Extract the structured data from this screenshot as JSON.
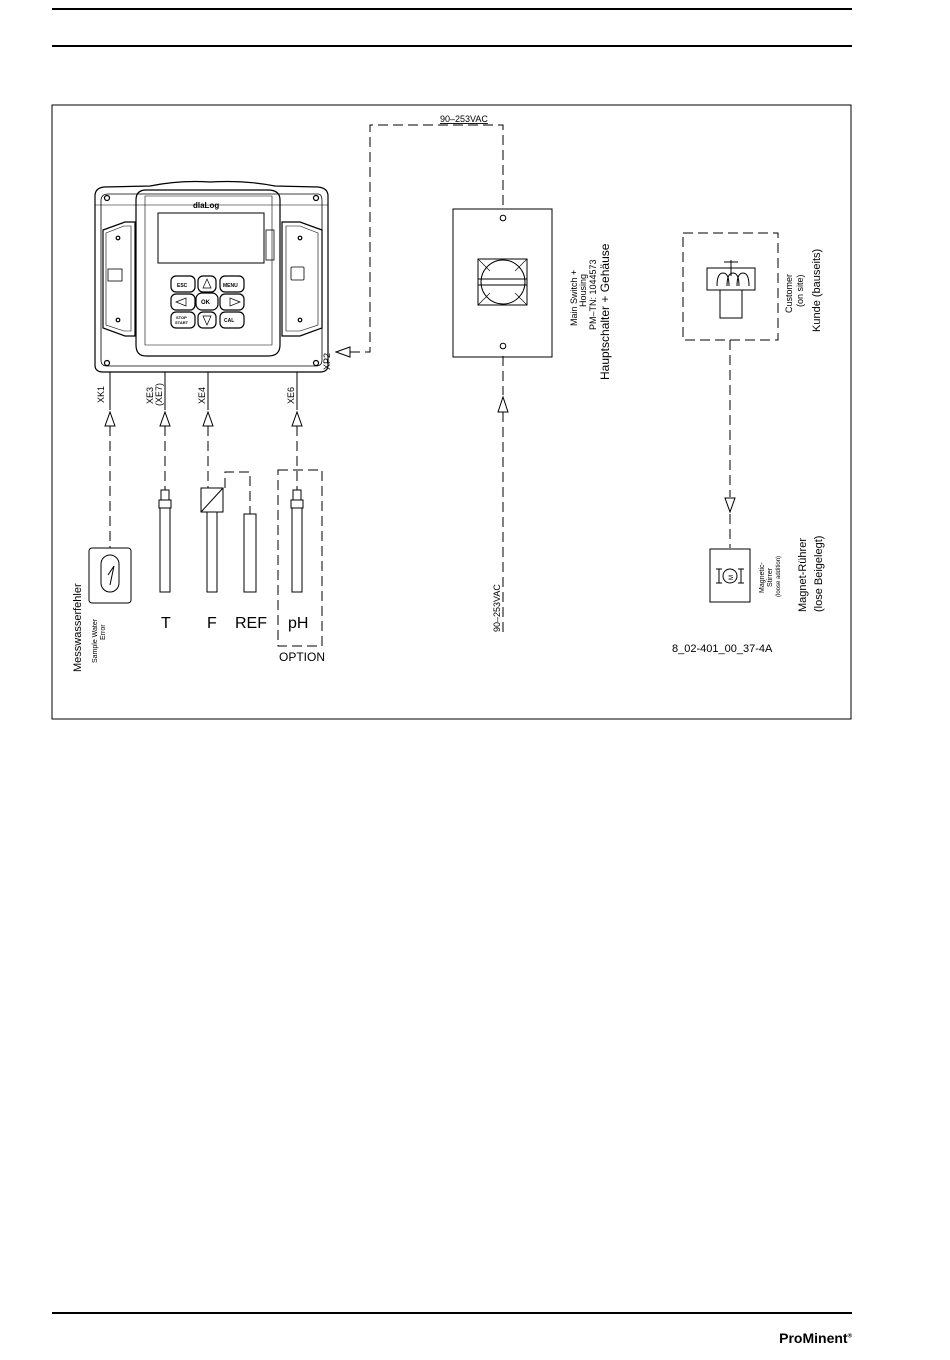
{
  "diagram": {
    "device": {
      "logo": "dlaLog",
      "keys": {
        "esc": "ESC",
        "menu": "MENU",
        "ok": "OK",
        "start_stop_1": "STOP",
        "start_stop_2": "START",
        "cal": "CAL"
      }
    },
    "terminals": {
      "xk1": "XK1",
      "xe3": "XE3",
      "xe7": "(XE7)",
      "xe4": "XE4",
      "xe6": "XE6",
      "xp2": "XP2"
    },
    "sensors": {
      "t": "T",
      "f": "F",
      "ref": "REF",
      "ph": "pH",
      "option": "OPTION"
    },
    "sample_water": {
      "de": "Messwasserfehler",
      "en_1": "Sample Water",
      "en_2": "Error"
    },
    "main_switch": {
      "en_1": "Main Switch +",
      "en_2": "Housing",
      "en_3": "PM–TN: 1044573",
      "de": "Hauptschalter + Gehäuse"
    },
    "customer": {
      "en_1": "Customer",
      "en_2": "(on site)",
      "de": "Kunde (bauseits)"
    },
    "stirrer": {
      "en_1": "Magnetic-",
      "en_2": "Stirrer",
      "en_3": "(loose addition)",
      "de_1": "Magnet-Rührer",
      "de_2": "(lose Beigelegt)",
      "motor_symbol": "M"
    },
    "voltage_top": "90–253VAC",
    "voltage_bottom": "90–253VAC",
    "drawing_id": "8_02-401_00_37-4A"
  },
  "footer": {
    "brand_pro": "Pro",
    "brand_minent": "Minent",
    "brand_reg": "®"
  },
  "icons": {
    "sample-water-switch": "float-switch-icon",
    "motor": "motor-icon",
    "arrows": "arrow-up-icon"
  }
}
